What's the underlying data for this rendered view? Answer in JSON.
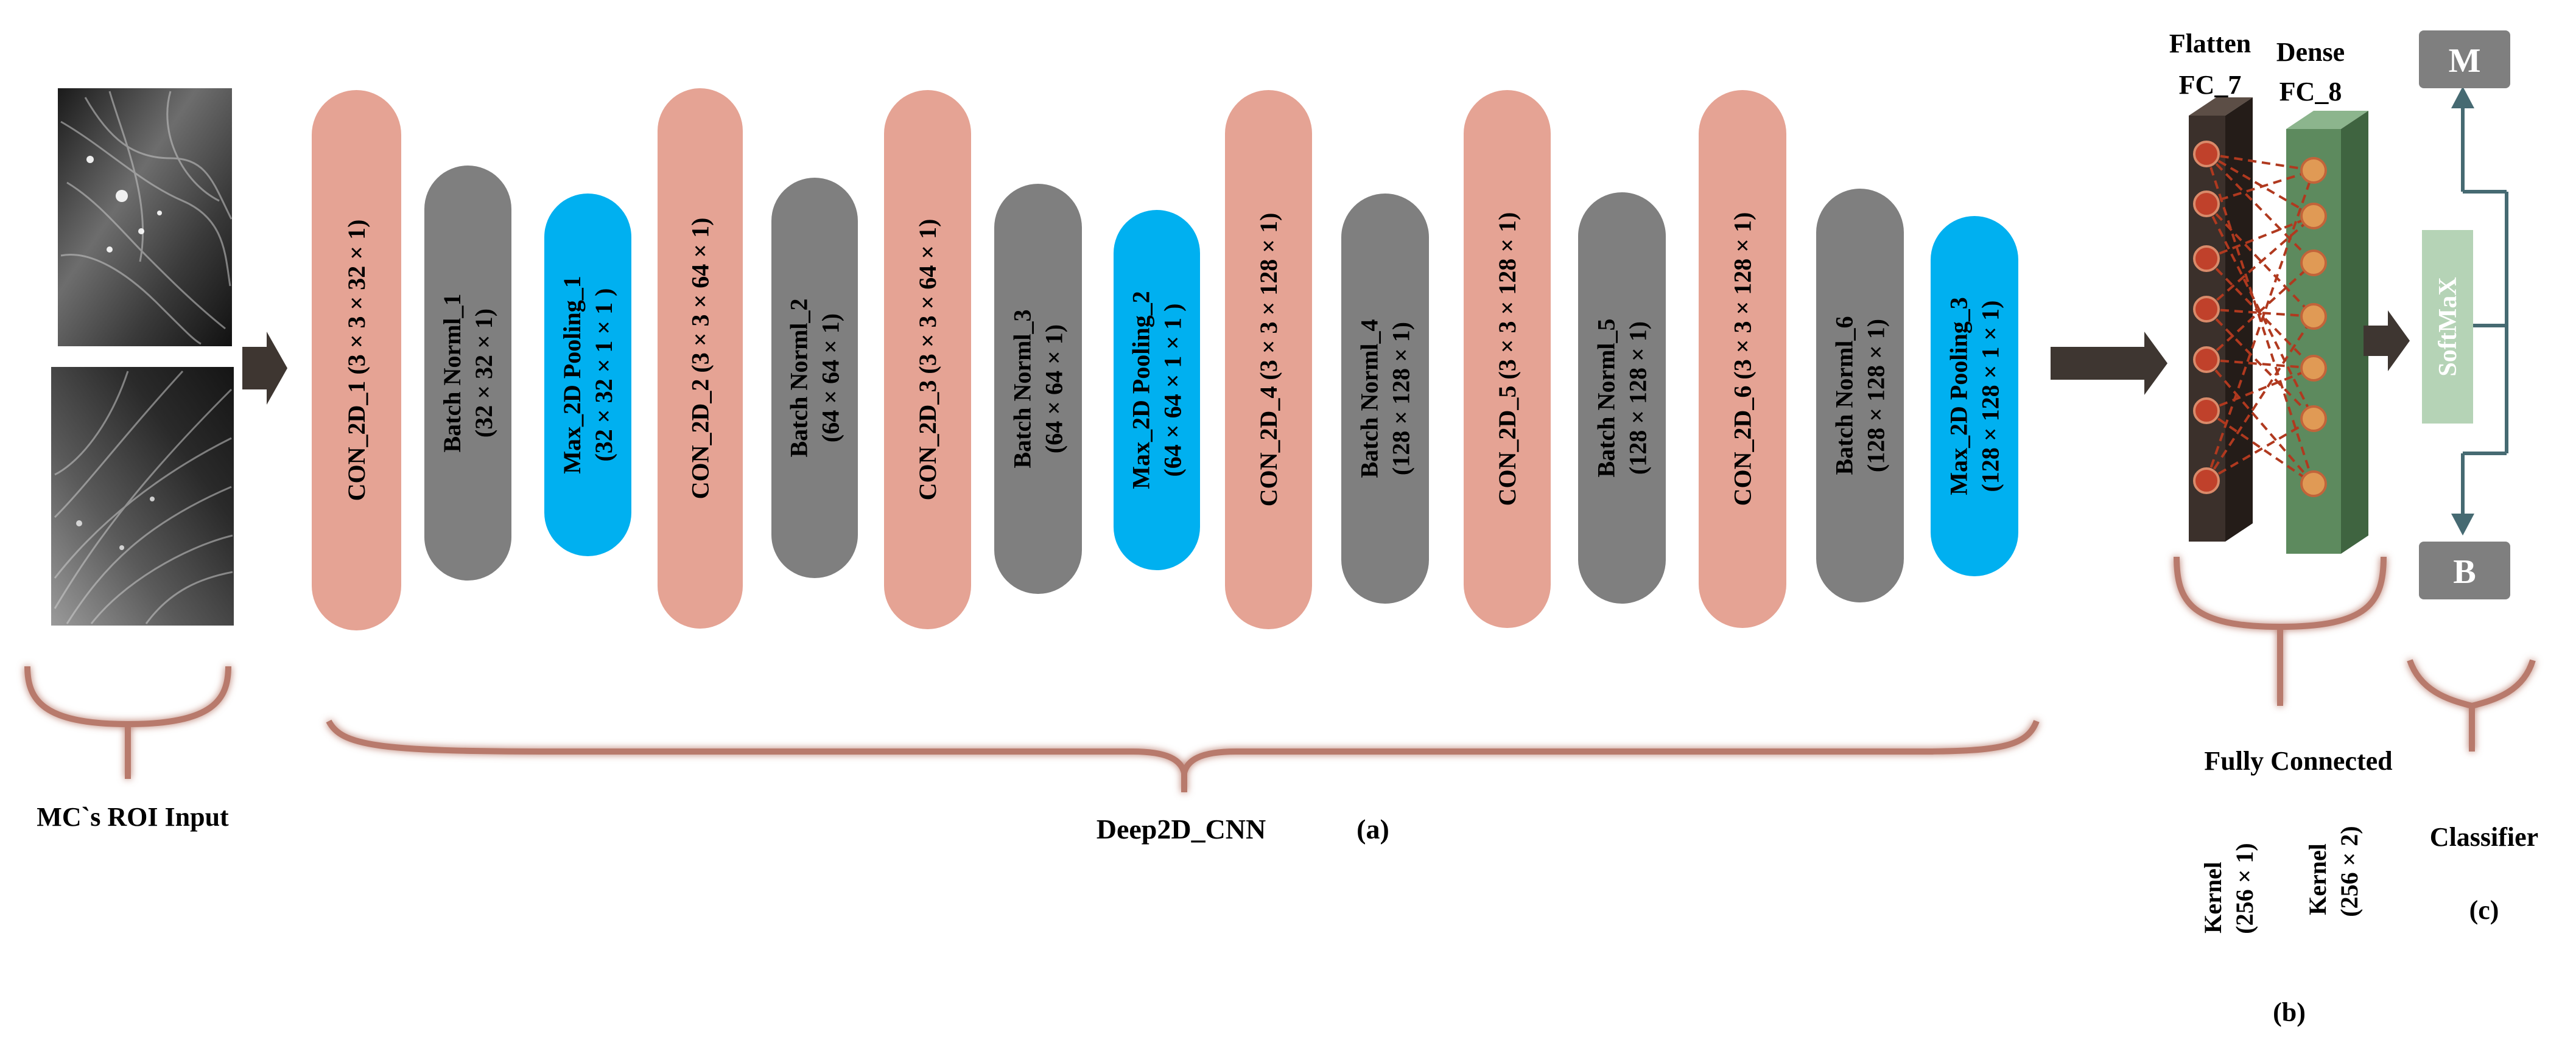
{
  "input": {
    "label": "MC`s ROI Input"
  },
  "cnn": {
    "label": "Deep2D_CNN",
    "panel_label": "(a)",
    "layers": [
      {
        "kind": "conv",
        "line1": "CON_2D_1 (3 × 3 × 32 × 1)",
        "line2": ""
      },
      {
        "kind": "bn",
        "line1": "Batch Norml_1",
        "line2": "(32 × 32 × 1)"
      },
      {
        "kind": "pool",
        "line1": "Max_2D Pooling_1",
        "line2": "(32 × 32 × 1 × 1 )"
      },
      {
        "kind": "conv",
        "line1": "CON_2D_2 (3 × 3 × 64 × 1)",
        "line2": ""
      },
      {
        "kind": "bn",
        "line1": "Batch Norml_2",
        "line2": "(64 × 64 × 1)"
      },
      {
        "kind": "conv",
        "line1": "CON_2D_3 (3 × 3 × 64 × 1)",
        "line2": ""
      },
      {
        "kind": "bn",
        "line1": "Batch Norml_3",
        "line2": "(64 × 64 × 1)"
      },
      {
        "kind": "pool",
        "line1": "Max_2D Pooling_2",
        "line2": "(64 × 64 × 1 × 1 )"
      },
      {
        "kind": "conv",
        "line1": "CON_2D_4 (3 × 3 × 128 × 1)",
        "line2": ""
      },
      {
        "kind": "bn",
        "line1": "Batch Norml_4",
        "line2": "(128 × 128 × 1)"
      },
      {
        "kind": "conv",
        "line1": "CON_2D_5 (3 × 3 × 128 × 1)",
        "line2": ""
      },
      {
        "kind": "bn",
        "line1": "Batch Norml_5",
        "line2": "(128 × 128 × 1)"
      },
      {
        "kind": "conv",
        "line1": "CON_2D_6 (3 × 3 × 128 × 1)",
        "line2": ""
      },
      {
        "kind": "bn",
        "line1": "Batch Norml_6",
        "line2": "(128 × 128 × 1)"
      },
      {
        "kind": "pool",
        "line1": "Max_2D Pooling_3",
        "line2": "(128 × 128 × 1 × 1)"
      }
    ]
  },
  "fc": {
    "flatten_title_1": "Flatten",
    "flatten_title_2": "FC_7",
    "dense_title_1": "Dense",
    "dense_title_2": "FC_8",
    "label": "Fully Connected",
    "kernel1_line1": "Kernel",
    "kernel1_line2": "(256 × 1)",
    "kernel2_line1": "Kernel",
    "kernel2_line2": "(256 × 2)",
    "panel_label": "(b)"
  },
  "classifier": {
    "softmax": "SoftMaX",
    "out_top": "M",
    "out_bottom": "B",
    "label": "Classifier",
    "panel_label": "(c)"
  },
  "colors": {
    "conv": "#e5a394",
    "bn": "#7f7f7f",
    "pool": "#00b0f0",
    "arrow": "#3e3631",
    "brace": "#b87a6c",
    "flatten_layer": "#3b302b",
    "dense_layer": "#5d8a5e",
    "node_red": "#c0412b",
    "node_orange": "#e09a55",
    "connection": "#b0391f",
    "softmax_box": "#b5d3b6",
    "output_box": "#7f7f7f",
    "classifier_line": "#466a72"
  }
}
